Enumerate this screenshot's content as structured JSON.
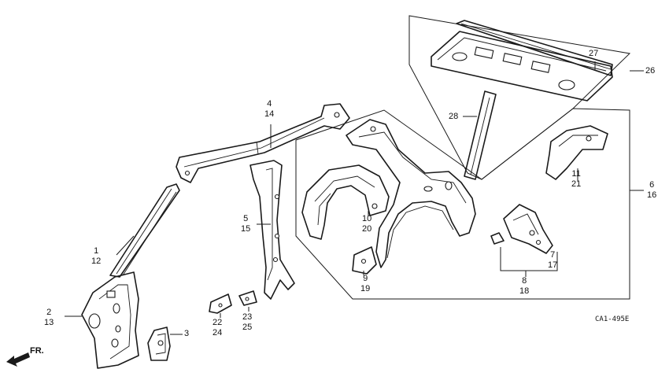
{
  "callouts": {
    "c1": [
      "1",
      "12"
    ],
    "c2": [
      "2",
      "13"
    ],
    "c3": [
      "3"
    ],
    "c4": [
      "4",
      "14"
    ],
    "c5": [
      "5",
      "15"
    ],
    "c6": [
      "6",
      "16"
    ],
    "c7": [
      "7",
      "17"
    ],
    "c8": [
      "8",
      "18"
    ],
    "c9": [
      "9",
      "19"
    ],
    "c10": [
      "10",
      "20"
    ],
    "c11": [
      "11",
      "21"
    ],
    "c22": [
      "22",
      "24"
    ],
    "c23": [
      "23",
      "25"
    ],
    "c26": [
      "26"
    ],
    "c27": [
      "27"
    ],
    "c28": [
      "28"
    ]
  },
  "drawing_code": "CA1-495E",
  "front_label": "FR."
}
